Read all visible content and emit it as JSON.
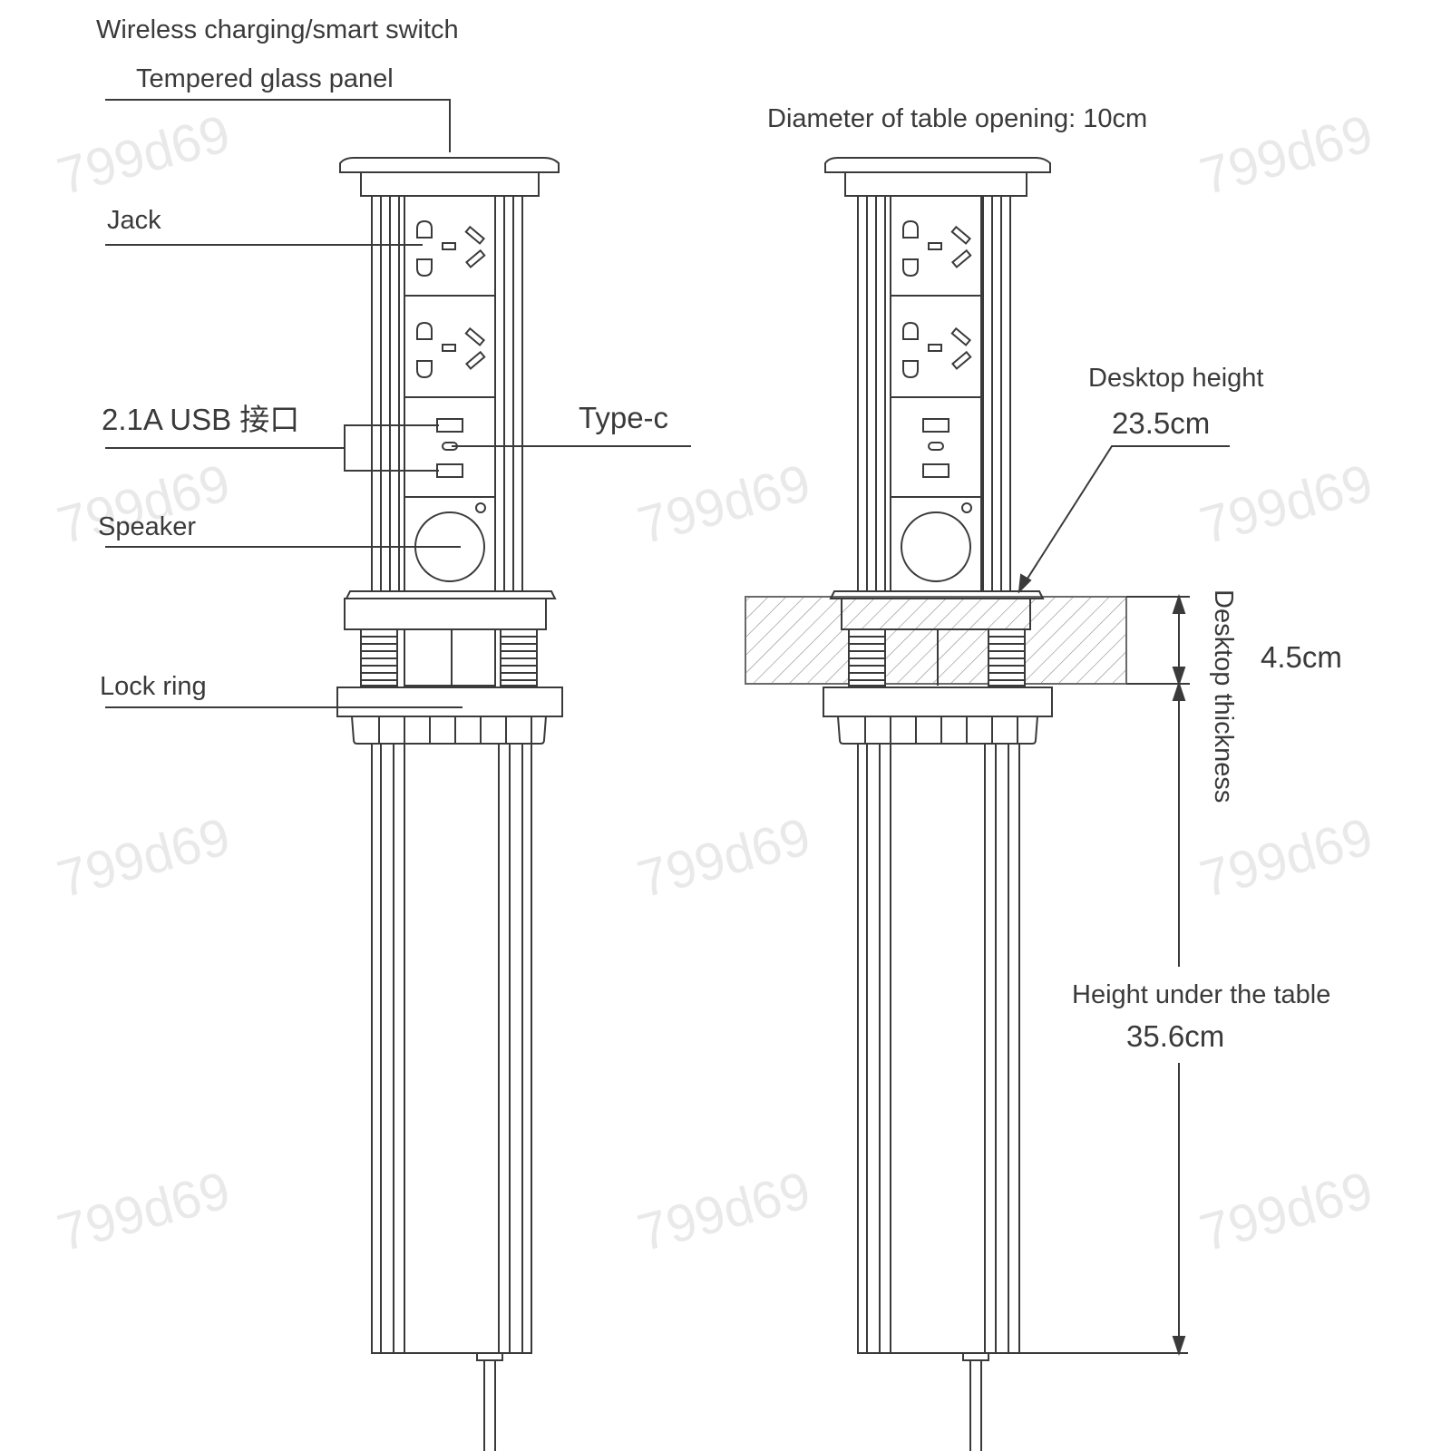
{
  "labels": {
    "wireless": "Wireless charging/smart switch",
    "glass": "Tempered glass panel",
    "jack": "Jack",
    "usb": "2.1A USB 接口",
    "typec": "Type-c",
    "speaker": "Speaker",
    "lock_ring": "Lock ring",
    "opening": "Diameter of table opening: 10cm",
    "desktop_height_title": "Desktop height",
    "desktop_height_value": "23.5cm",
    "thickness_value": "4.5cm",
    "thickness_title": "Desktop thickness",
    "under_title": "Height under the table",
    "under_value": "35.6cm"
  },
  "watermark": "799d69",
  "colors": {
    "line": "#3a3a3a",
    "text": "#3a3a3a",
    "watermark": "#e9e9e9"
  }
}
